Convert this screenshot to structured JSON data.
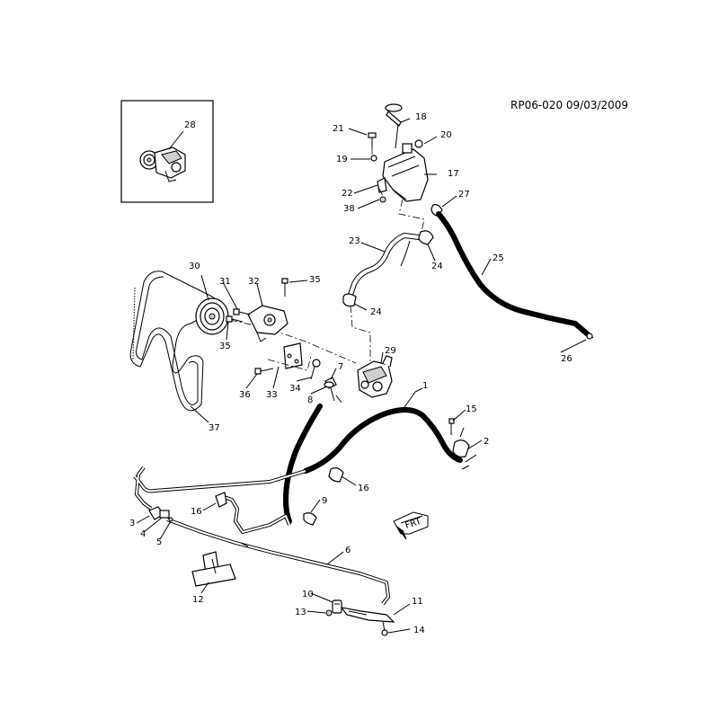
{
  "reference": "RP06-020 09/03/2009",
  "callouts": [
    {
      "id": "c28",
      "label": "28"
    },
    {
      "id": "c18",
      "label": "18"
    },
    {
      "id": "c21",
      "label": "21"
    },
    {
      "id": "c20",
      "label": "20"
    },
    {
      "id": "c19",
      "label": "19"
    },
    {
      "id": "c17",
      "label": "17"
    },
    {
      "id": "c22",
      "label": "22"
    },
    {
      "id": "c27",
      "label": "27"
    },
    {
      "id": "c38",
      "label": "38"
    },
    {
      "id": "c23",
      "label": "23"
    },
    {
      "id": "c24a",
      "label": "24"
    },
    {
      "id": "c25",
      "label": "25"
    },
    {
      "id": "c30",
      "label": "30"
    },
    {
      "id": "c31",
      "label": "31"
    },
    {
      "id": "c32",
      "label": "32"
    },
    {
      "id": "c35a",
      "label": "35"
    },
    {
      "id": "c24b",
      "label": "24"
    },
    {
      "id": "c35b",
      "label": "35"
    },
    {
      "id": "c26",
      "label": "26"
    },
    {
      "id": "c29",
      "label": "29"
    },
    {
      "id": "c7",
      "label": "7"
    },
    {
      "id": "c36",
      "label": "36"
    },
    {
      "id": "c33",
      "label": "33"
    },
    {
      "id": "c34",
      "label": "34"
    },
    {
      "id": "c8",
      "label": "8"
    },
    {
      "id": "c1",
      "label": "1"
    },
    {
      "id": "c15",
      "label": "15"
    },
    {
      "id": "c37",
      "label": "37"
    },
    {
      "id": "c2",
      "label": "2"
    },
    {
      "id": "c16a",
      "label": "16"
    },
    {
      "id": "c9",
      "label": "9"
    },
    {
      "id": "c16b",
      "label": "16"
    },
    {
      "id": "c3",
      "label": "3"
    },
    {
      "id": "c4",
      "label": "4"
    },
    {
      "id": "c5",
      "label": "5"
    },
    {
      "id": "c6",
      "label": "6"
    },
    {
      "id": "c12",
      "label": "12"
    },
    {
      "id": "c10",
      "label": "10"
    },
    {
      "id": "c11",
      "label": "11"
    },
    {
      "id": "c13",
      "label": "13"
    },
    {
      "id": "c14",
      "label": "14"
    }
  ],
  "front_arrow": {
    "label": "FRT"
  }
}
